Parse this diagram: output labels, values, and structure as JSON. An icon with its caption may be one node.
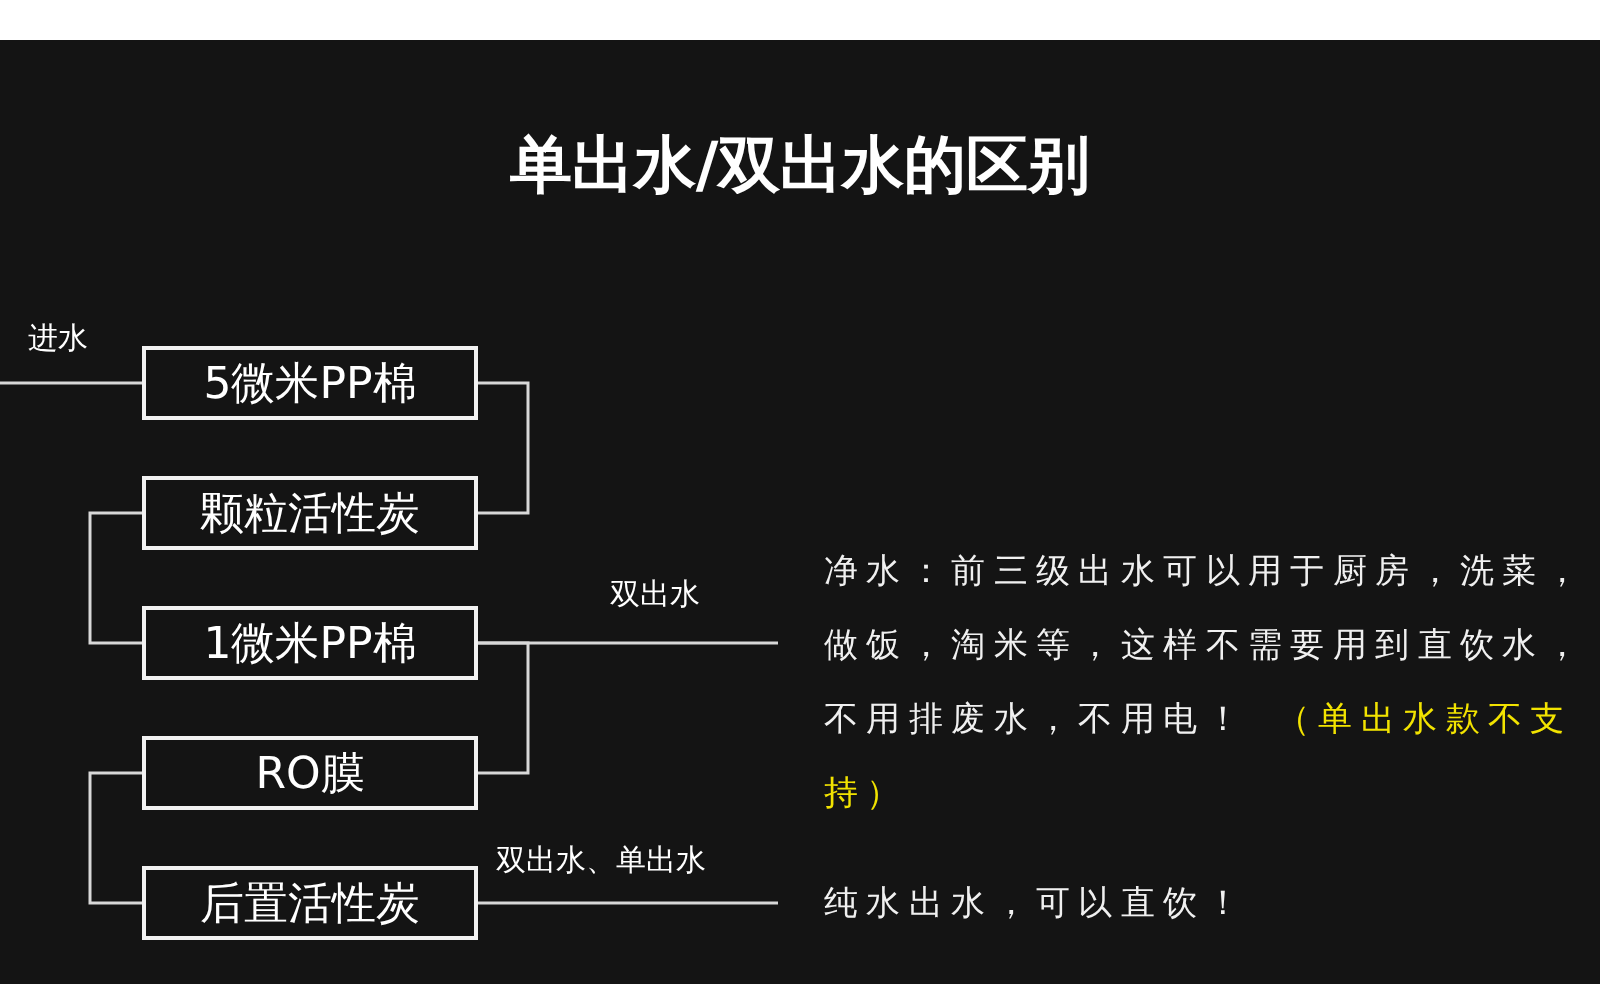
{
  "diagram": {
    "title": "单出水/双出水的区别",
    "nodes": [
      {
        "text": [
          "5微米PP棉"
        ]
      },
      {
        "text": [
          "颗粒活性炭"
        ]
      },
      {
        "text": [
          "1微米PP棉"
        ]
      },
      {
        "text": [
          "RO膜"
        ]
      },
      {
        "text": [
          "后置活性炭"
        ]
      },
      {
        "text": [
          "净水：前三级出水可以用于厨房，洗菜，做饭，淘米等，这样不需要用到直饮水，不用排废水，不用电！",
          "（单出水款不支持）"
        ]
      },
      {
        "text": [
          "纯水出水，可以直饮！"
        ]
      }
    ],
    "edges": [
      {
        "from": null,
        "to": 0,
        "arrow": "none",
        "label": "进水"
      },
      {
        "from": 0,
        "to": 1,
        "arrow": "none"
      },
      {
        "from": 1,
        "to": 2,
        "arrow": "none"
      },
      {
        "from": 2,
        "to": 3,
        "arrow": "none"
      },
      {
        "from": 3,
        "to": 4,
        "arrow": "none"
      },
      {
        "from": 2,
        "to": 5,
        "arrow": "none",
        "label": "双出水"
      },
      {
        "from": 4,
        "to": 6,
        "arrow": "none",
        "label": "双出水、单出水"
      }
    ]
  }
}
